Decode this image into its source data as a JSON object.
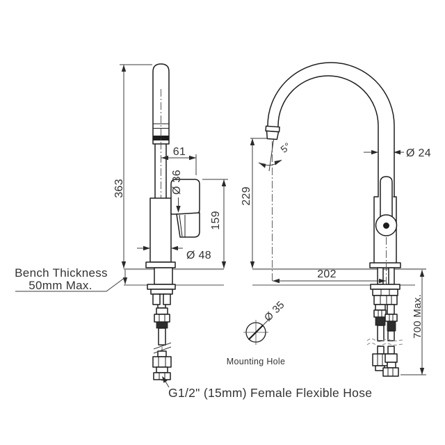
{
  "drawing": {
    "dimensions": {
      "overall_height": "363",
      "handle_center_to_spout": "61",
      "spout_diameter": "Ø 36",
      "spout_height_side": "159",
      "body_diameter": "Ø 48",
      "outlet_height": "229",
      "outlet_angle": "5°",
      "tube_diameter": "Ø 24",
      "spout_reach": "202",
      "hose_length": "700 Max.",
      "mounting_hole_diameter": "Ø 35"
    },
    "labels": {
      "bench_thickness_line1": "Bench Thickness",
      "bench_thickness_line2": "50mm Max.",
      "mounting_hole": "Mounting Hole",
      "hose": "G1/2\" (15mm) Female Flexible Hose"
    },
    "colors": {
      "line": "#1d1d1d",
      "dimension": "#3a3a3a",
      "bench_line": "#9a9a9a",
      "background": "#ffffff"
    }
  }
}
